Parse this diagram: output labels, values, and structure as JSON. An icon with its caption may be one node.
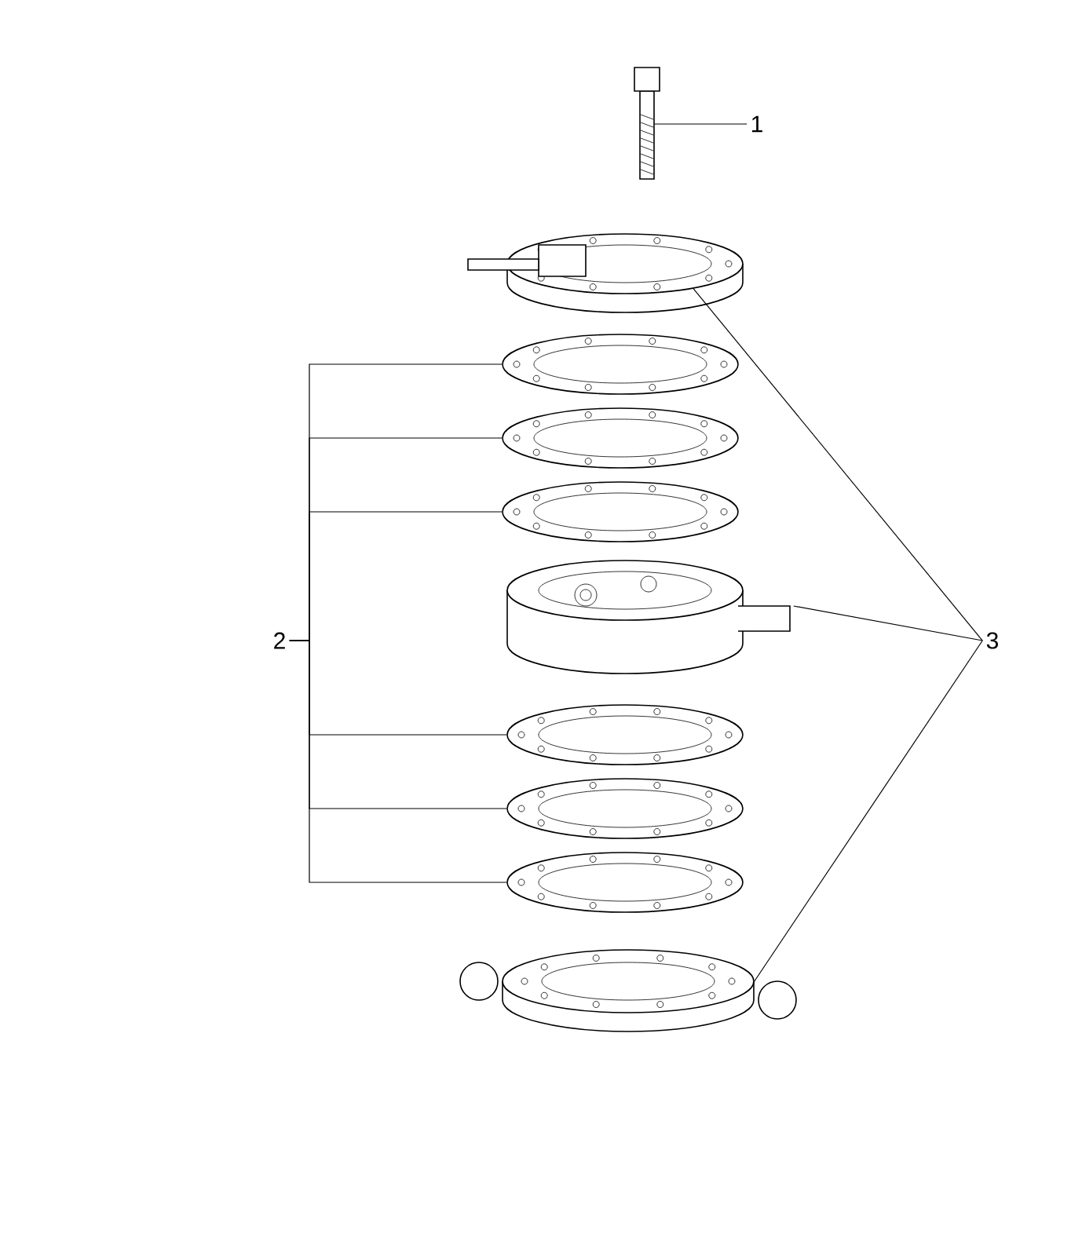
{
  "diagram": {
    "nodes": [
      {
        "text": [
          "1"
        ]
      },
      {
        "text": [],
        "shape": "picture"
      },
      {
        "text": [],
        "shape": "picture"
      },
      {
        "text": [],
        "shape": "picture"
      },
      {
        "text": [],
        "shape": "picture"
      },
      {
        "text": [],
        "shape": "picture"
      },
      {
        "text": [],
        "shape": "picture"
      },
      {
        "text": [],
        "shape": "picture"
      },
      {
        "text": [],
        "shape": "picture"
      },
      {
        "text": [],
        "shape": "picture"
      },
      {
        "text": [],
        "shape": "picture"
      },
      {
        "text": [
          "2"
        ]
      },
      {
        "text": [
          "3"
        ]
      }
    ],
    "edges": [
      {
        "from": 0,
        "to": 1,
        "arrow": "none"
      },
      {
        "from": 11,
        "to": 3,
        "arrow": "none"
      },
      {
        "from": 11,
        "to": 4,
        "arrow": "none"
      },
      {
        "from": 11,
        "to": 5,
        "arrow": "none"
      },
      {
        "from": 11,
        "to": 7,
        "arrow": "none"
      },
      {
        "from": 11,
        "to": 8,
        "arrow": "none"
      },
      {
        "from": 11,
        "to": 9,
        "arrow": "none"
      },
      {
        "from": 12,
        "to": 2,
        "arrow": "none"
      },
      {
        "from": 12,
        "to": 6,
        "arrow": "none"
      },
      {
        "from": 12,
        "to": 10,
        "arrow": "none"
      }
    ]
  }
}
